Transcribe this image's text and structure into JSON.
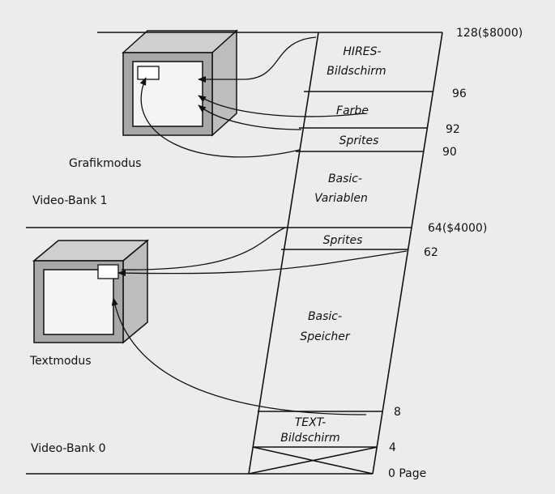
{
  "memory_map": {
    "top_address": "128($8000)",
    "upper_bank_start_address": "64($4000)",
    "addresses": {
      "a96": "96",
      "a92": "92",
      "a90": "90",
      "a62": "62",
      "a8": "8",
      "a4": "4"
    },
    "bottom_label": "0 Page",
    "regions": {
      "hires_line1": "HIRES-",
      "hires_line2": "Bildschirm",
      "farbe": "Farbe",
      "sprites_bank1": "Sprites",
      "basic_var_line1": "Basic-",
      "basic_var_line2": "Variablen",
      "sprites_bank0": "Sprites",
      "basic_mem_line1": "Basic-",
      "basic_mem_line2": "Speicher",
      "text_line1": "TEXT-",
      "text_line2": "Bildschirm"
    }
  },
  "labels": {
    "grafikmodus": "Grafikmodus",
    "video_bank_1": "Video-Bank 1",
    "textmodus": "Textmodus",
    "video_bank_0": "Video-Bank 0"
  },
  "colors": {
    "ink": "#111111",
    "paper": "#ececec",
    "bezel": "#a8a8a8"
  }
}
